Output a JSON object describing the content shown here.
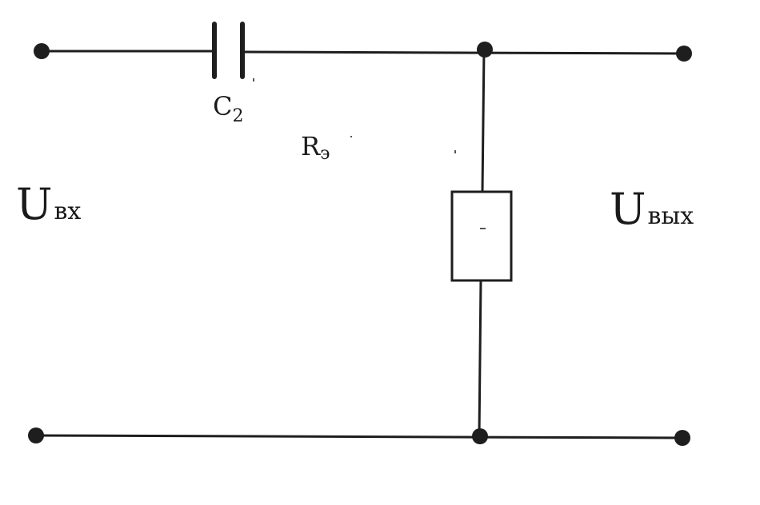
{
  "labels": {
    "capacitor": {
      "main": "C",
      "sub": "2"
    },
    "resistor": {
      "main": "R",
      "sub": "э"
    },
    "input_voltage": {
      "main": "U",
      "sub": "вх"
    },
    "output_voltage": {
      "main": "U",
      "sub": "вых"
    }
  },
  "colors": {
    "ink": "#1e1e1e",
    "paper": "#ffffff"
  }
}
